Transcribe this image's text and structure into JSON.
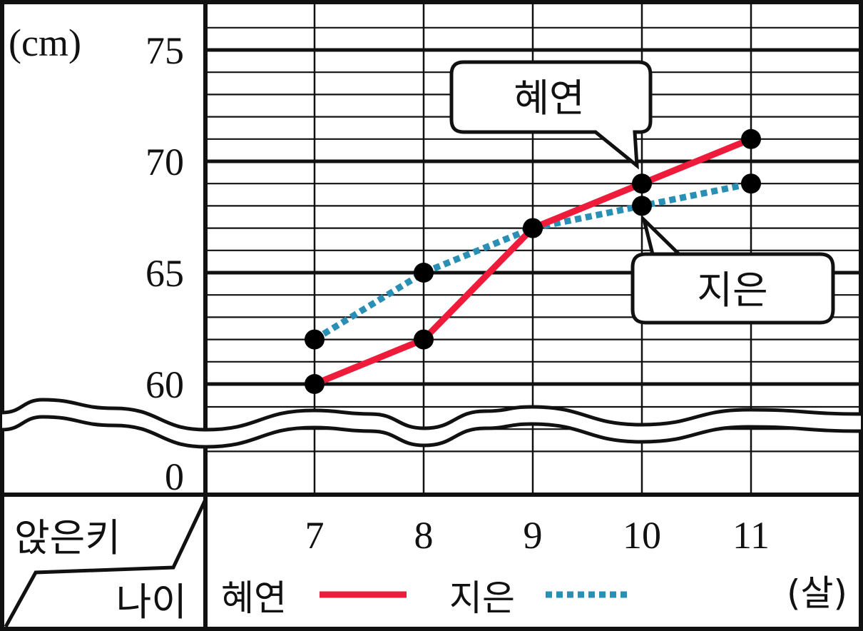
{
  "chart_data": {
    "type": "line",
    "y_unit": "(cm)",
    "x_unit": "(살)",
    "corner_label_top": "앉은키",
    "corner_label_bottom": "나이",
    "x": [
      7,
      8,
      9,
      10,
      11
    ],
    "x_tick_labels": [
      "7",
      "8",
      "9",
      "10",
      "11"
    ],
    "y_ticks": [
      0,
      60,
      65,
      70,
      75
    ],
    "y_tick_labels": [
      "0",
      "60",
      "65",
      "70",
      "75"
    ],
    "ylim": [
      60,
      76
    ],
    "axis_break": true,
    "grid": true,
    "series": [
      {
        "name": "혜연",
        "values": [
          60,
          62,
          67,
          69,
          71
        ],
        "color": "#ee1c3a",
        "style": "solid"
      },
      {
        "name": "지은",
        "values": [
          62,
          65,
          67,
          68,
          69
        ],
        "color": "#2a8fb5",
        "style": "dotted"
      }
    ],
    "callouts": [
      {
        "text": "혜연",
        "x": 10,
        "y": 69
      },
      {
        "text": "지은",
        "x": 10,
        "y": 68
      }
    ],
    "legend_placement": "bottom"
  }
}
